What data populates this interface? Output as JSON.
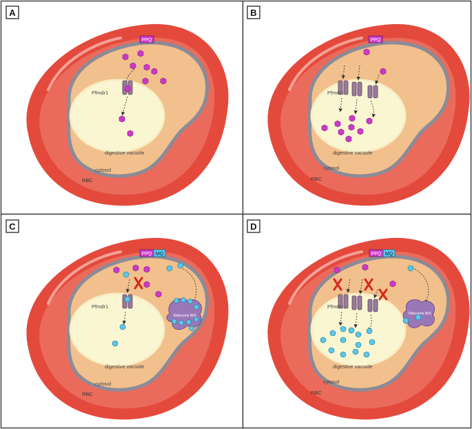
{
  "panels": [
    {
      "letter": "A",
      "drug_tags": [
        "PPQ"
      ],
      "transporter_label": "Pfmdr1",
      "vacuole_label": "digestive vacuole",
      "cytosol_label": "cytosol",
      "rbc_label": "RBC",
      "ribosome_label": ""
    },
    {
      "letter": "B",
      "drug_tags": [
        "PPQ"
      ],
      "transporter_label": "Pfmdr1",
      "vacuole_label": "digestive vacuole",
      "cytosol_label": "cytosol",
      "rbc_label": "RBC",
      "ribosome_label": ""
    },
    {
      "letter": "C",
      "drug_tags": [
        "PPQ",
        "MQ"
      ],
      "transporter_label": "Pfmdr1",
      "vacuole_label": "digestive vacuole",
      "cytosol_label": "cytosol",
      "rbc_label": "RBC",
      "ribosome_label": "Ribosome 80S"
    },
    {
      "letter": "D",
      "drug_tags": [
        "PPQ",
        "MQ"
      ],
      "transporter_label": "Pfmdr1",
      "vacuole_label": "digestive vacuole",
      "cytosol_label": "cytosol",
      "rbc_label": "RBC",
      "ribosome_label": "Ribosome 80S"
    }
  ],
  "colors": {
    "rbc_outer": "#e44a3c",
    "rbc_inner": "#e86a58",
    "parasite_membrane": "#8b8b98",
    "cytosol": "#f2c08c",
    "vacuole": "#fbf6d2",
    "ppq": "#cf38c9",
    "mq": "#58c8ec",
    "transporter": "#9a7a9c",
    "ribosome": "#9a78b8",
    "block_x": "#d42a1e"
  }
}
